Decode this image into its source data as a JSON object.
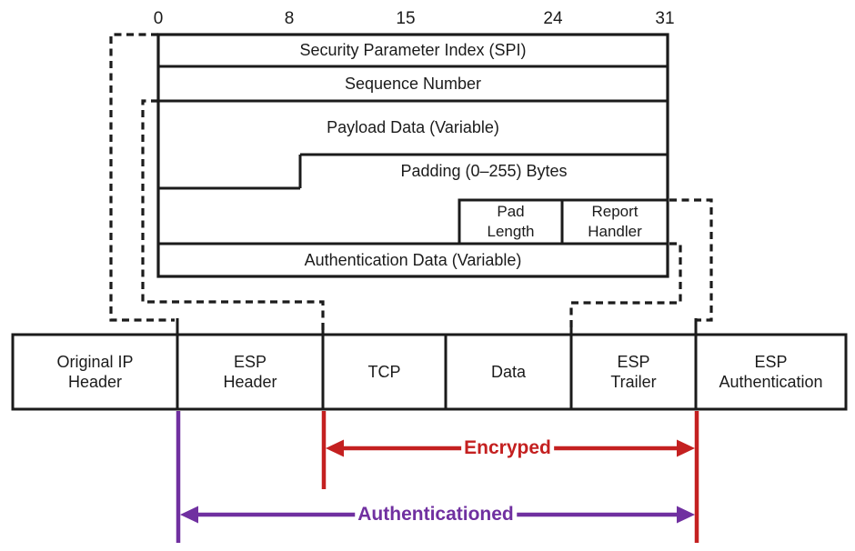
{
  "bit_scale": {
    "labels": [
      "0",
      "8",
      "15",
      "24",
      "31"
    ]
  },
  "esp_fields": {
    "spi": "Security Parameter Index (SPI)",
    "sequence_number": "Sequence Number",
    "payload_data": "Payload Data (Variable)",
    "padding": "Padding (0–255) Bytes",
    "pad_length": {
      "lines": [
        "Pad",
        "Length"
      ]
    },
    "report_handler": {
      "lines": [
        "Report",
        "Handler"
      ]
    },
    "authentication_data": "Authentication Data (Variable)"
  },
  "packet_row": {
    "boxes": [
      {
        "name": "original-ip-header",
        "lines": [
          "Original IP",
          "Header"
        ]
      },
      {
        "name": "esp-header",
        "lines": [
          "ESP",
          "Header"
        ]
      },
      {
        "name": "tcp",
        "lines": [
          "TCP"
        ]
      },
      {
        "name": "data",
        "lines": [
          "Data"
        ]
      },
      {
        "name": "esp-trailer",
        "lines": [
          "ESP",
          "Trailer"
        ]
      },
      {
        "name": "esp-authentication",
        "lines": [
          "ESP",
          "Authentication"
        ]
      }
    ]
  },
  "spans": {
    "encrypted_label": "Encryped",
    "authenticated_label": "Authenticationed"
  },
  "colors": {
    "encrypted_red": "#c42020",
    "authenticated_purple": "#7030a0",
    "line_black": "#1b1b1b"
  }
}
